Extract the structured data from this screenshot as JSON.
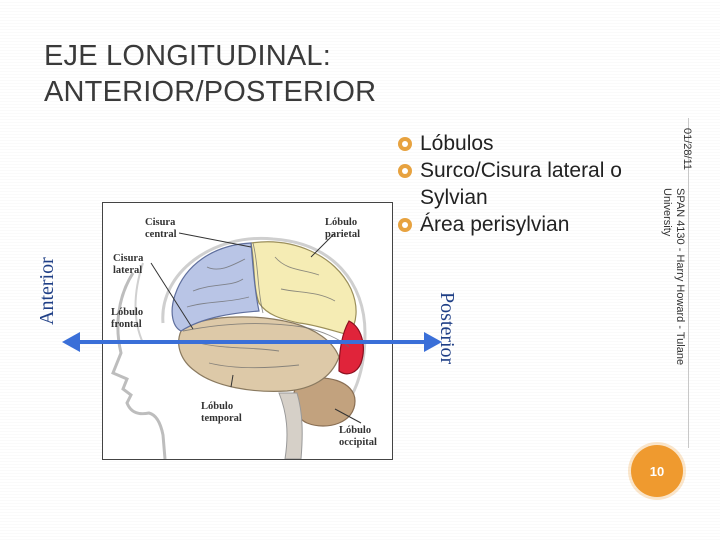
{
  "slide": {
    "title": "EJE LONGITUDINAL: ANTERIOR/POSTERIOR",
    "bullets": [
      "Lóbulos",
      "Surco/Cisura lateral o Sylvian",
      "Área perisylvian"
    ],
    "side_date": "01/28/11",
    "side_footer": "SPAN 4130 - Harry Howard - Tulane University",
    "page_number": "10"
  },
  "figure": {
    "labels": {
      "cisura_central": [
        "Cisura",
        "central"
      ],
      "lobulo_parietal": [
        "Lóbulo",
        "parietal"
      ],
      "cisura_lateral": [
        "Cisura",
        "lateral"
      ],
      "lobulo_frontal": [
        "Lóbulo",
        "frontal"
      ],
      "lobulo_temporal": [
        "Lóbulo",
        "temporal"
      ],
      "lobulo_occipital": [
        "Lóbulo",
        "occipital"
      ]
    },
    "axis": {
      "left": "Anterior",
      "right": "Posterior"
    }
  },
  "colors": {
    "frontal": "#b9c5e6",
    "parietal": "#f5ecb4",
    "temporal": "#ddc9a8",
    "occipital": "#e0243a",
    "cerebellum": "#c2a27e",
    "arrow": "#3a6fd8",
    "bullet": "#e7a23f",
    "page_circle": "#ef9a2f",
    "axis_text": "#1f3f86"
  }
}
